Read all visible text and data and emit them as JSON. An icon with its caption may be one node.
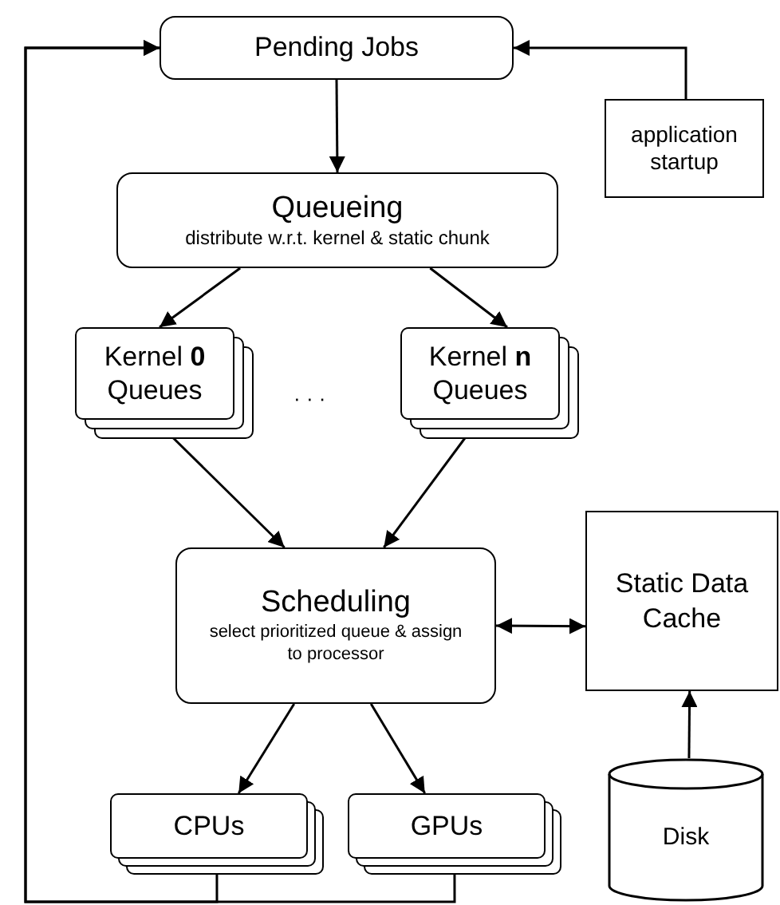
{
  "diagram": {
    "nodes": [
      {
        "text": [
          "Pending Jobs"
        ]
      },
      {
        "text": [
          "application startup"
        ]
      },
      {
        "text": [
          "Queueing",
          "distribute w.r.t. kernel & static chunk"
        ]
      },
      {
        "text": [
          "Kernel **0** Queues"
        ]
      },
      {
        "text": [
          "Kernel **n** Queues"
        ]
      },
      {
        "text": [
          "Scheduling",
          "select prioritized queue & assign to processor"
        ]
      },
      {
        "text": [
          "Static Data Cache"
        ]
      },
      {
        "text": [
          "CPUs"
        ]
      },
      {
        "text": [
          "GPUs"
        ]
      },
      {
        "text": [
          "Disk"
        ]
      }
    ],
    "edges": [
      {
        "from": 1,
        "to": 0,
        "arrow": "to"
      },
      {
        "from": 0,
        "to": 2,
        "arrow": "to"
      },
      {
        "from": 2,
        "to": 3,
        "arrow": "to"
      },
      {
        "from": 2,
        "to": 4,
        "arrow": "to"
      },
      {
        "from": 3,
        "to": 5,
        "arrow": "to"
      },
      {
        "from": 4,
        "to": 5,
        "arrow": "to"
      },
      {
        "from": 5,
        "to": 6,
        "arrow": "both"
      },
      {
        "from": 9,
        "to": 6,
        "arrow": "to"
      },
      {
        "from": 5,
        "to": 7,
        "arrow": "to"
      },
      {
        "from": 5,
        "to": 8,
        "arrow": "to"
      },
      {
        "from": 7,
        "to": 0,
        "arrow": "to"
      },
      {
        "from": 8,
        "to": 0,
        "arrow": "to"
      }
    ],
    "labels": [
      "· · ·"
    ]
  }
}
